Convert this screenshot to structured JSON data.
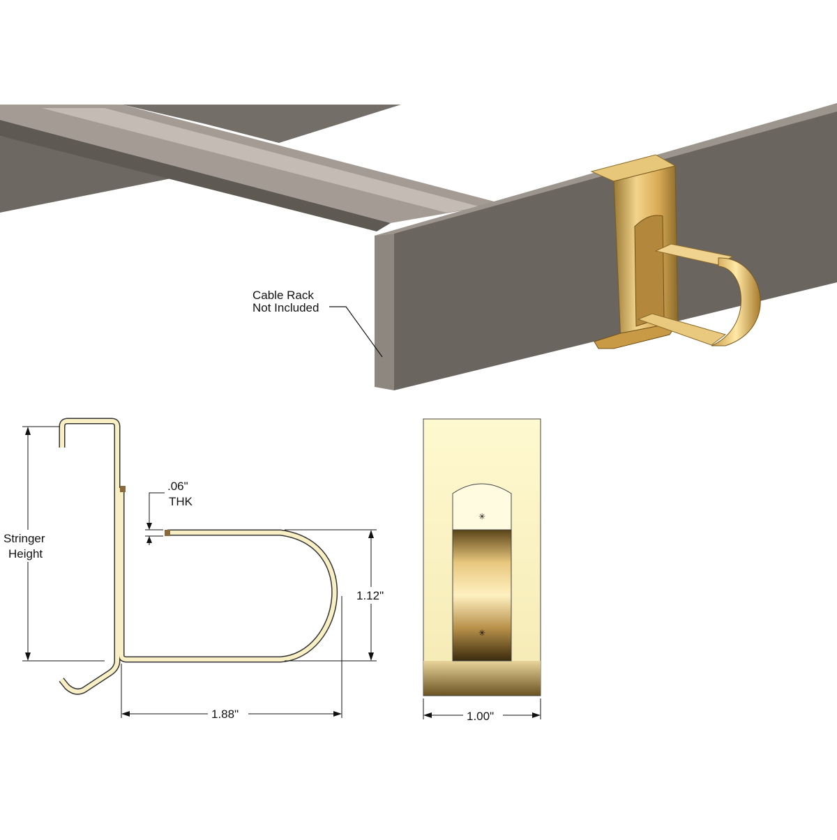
{
  "callout": {
    "line1": "Cable Rack",
    "line2": "Not Included"
  },
  "dimensions": {
    "thickness_value": ".06\"",
    "thickness_unit": "THK",
    "stringer_line1": "Stringer",
    "stringer_line2": "Height",
    "hook_height": "1.12\"",
    "hook_depth": "1.88\"",
    "clip_width": "1.00\""
  },
  "colors": {
    "background": "#ffffff",
    "rack_dark": "#6b6560",
    "rack_light": "#8e8780",
    "rack_edge": "#9c958e",
    "clip_gold": "#d9b25a",
    "clip_light": "#fff6c4",
    "line": "#111111"
  }
}
